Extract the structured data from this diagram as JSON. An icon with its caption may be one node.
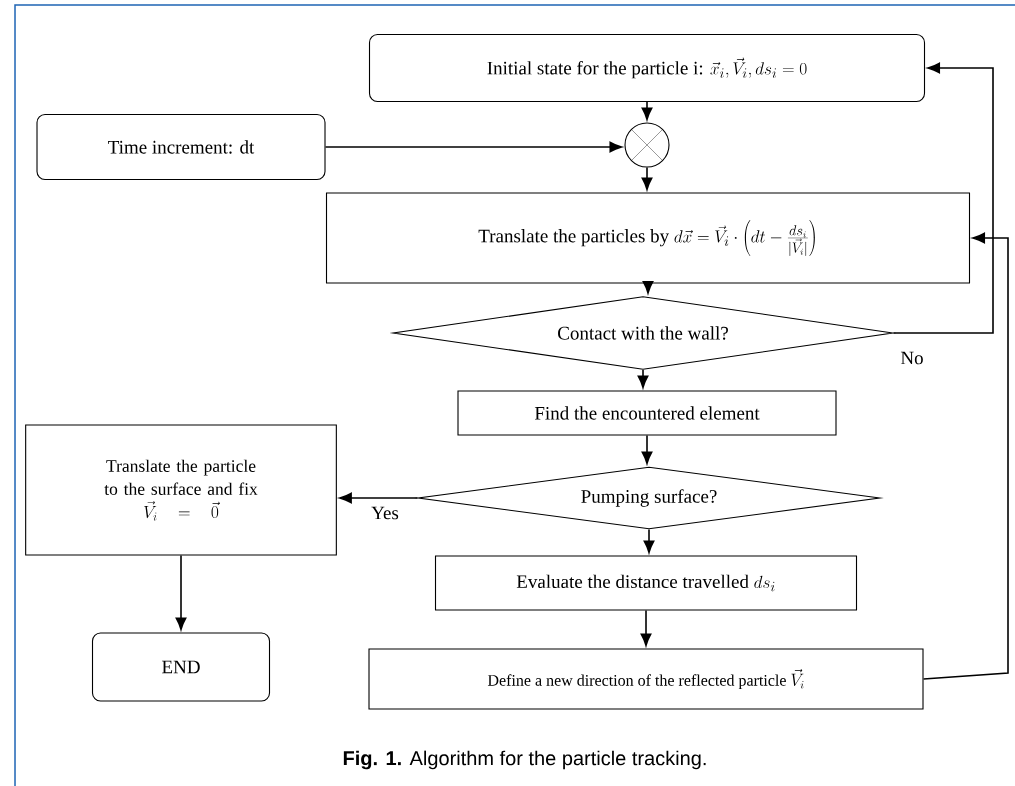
{
  "diagram": {
    "caption": "**Fig. 1.** Algorithm for the particle tracking.",
    "nodes": [
      {
        "text": [
          "Initial state for the particle i:",
          "\\vec{x}_i,\\vec{V}_i,ds_i=0"
        ]
      },
      {
        "text": [
          "Time increment: dt"
        ]
      },
      {
        "text": [],
        "shape": "circle"
      },
      {
        "text": [
          "Translate the particles by",
          "d\\vec{x}=\\vec{V}_i\\cdot\\left(dt-\\frac{ds_i}{|\\vec{V}_i|}\\right)"
        ]
      },
      {
        "text": [
          "Contact with the wall?"
        ]
      },
      {
        "text": [
          "Find the encountered element"
        ]
      },
      {
        "text": [
          "Translate the particle to the surface and fix",
          "\\vec{V}_i=\\vec{0}"
        ]
      },
      {
        "text": [
          "Pumping surface?"
        ]
      },
      {
        "text": [
          "Evaluate the distance travelled",
          "ds_i"
        ]
      },
      {
        "text": [
          "END"
        ]
      },
      {
        "text": [
          "Define a new direction of the reflected particle",
          "\\vec{V}_i"
        ]
      }
    ],
    "edges": [
      {
        "from": 0,
        "to": 2,
        "arrow": "to"
      },
      {
        "from": 1,
        "to": 2,
        "arrow": "to"
      },
      {
        "from": 2,
        "to": 3,
        "arrow": "to"
      },
      {
        "from": 3,
        "to": 4,
        "arrow": "to"
      },
      {
        "from": 4,
        "to": 0,
        "arrow": "to",
        "label": "No"
      },
      {
        "from": 4,
        "to": 5,
        "arrow": "to"
      },
      {
        "from": 5,
        "to": 7,
        "arrow": "to"
      },
      {
        "from": 7,
        "to": 6,
        "arrow": "to",
        "label": "Yes"
      },
      {
        "from": 7,
        "to": 8,
        "arrow": "to"
      },
      {
        "from": 6,
        "to": 9,
        "arrow": "to"
      },
      {
        "from": 8,
        "to": 10,
        "arrow": "to"
      },
      {
        "from": 10,
        "to": 3,
        "arrow": "to"
      }
    ]
  }
}
